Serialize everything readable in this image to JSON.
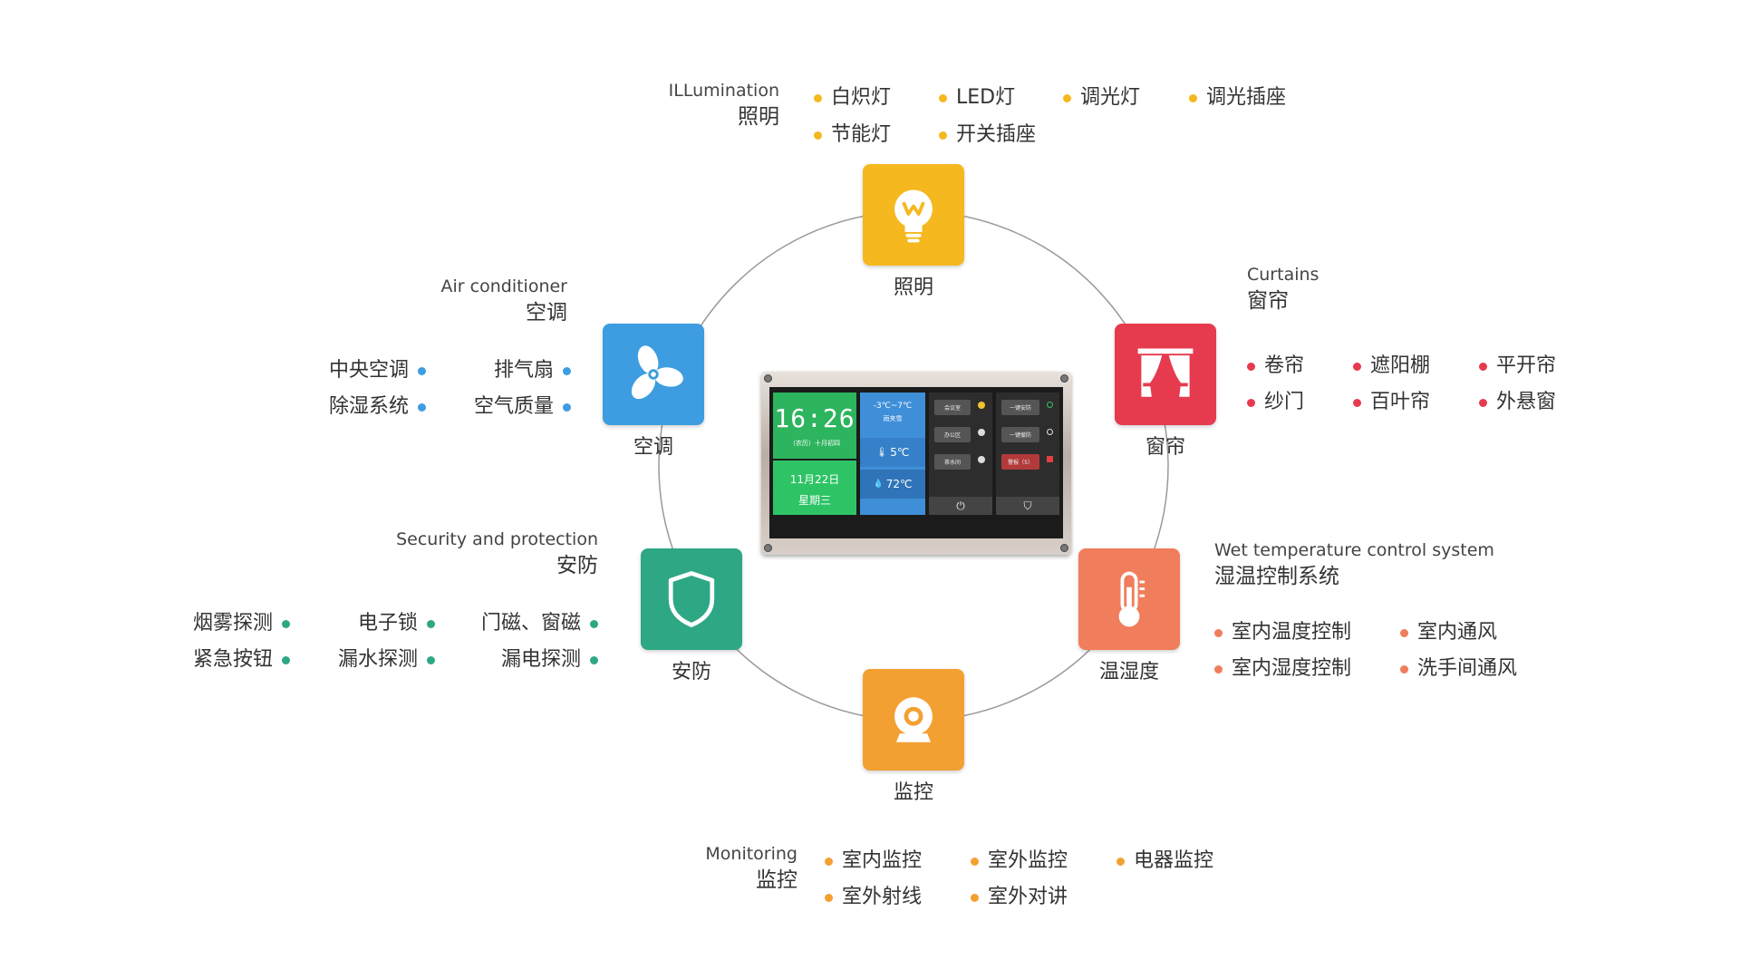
{
  "colors": {
    "lighting": "#F5B81F",
    "air": "#3D9DE0",
    "curtains": "#E63B4F",
    "security": "#2EA784",
    "humidity": "#F07D5B",
    "monitoring": "#F3A033",
    "ring": "#999999"
  },
  "icons": {
    "lighting": "lightbulb-icon",
    "air": "fan-icon",
    "curtains": "curtain-icon",
    "security": "shield-icon",
    "humidity": "thermometer-icon",
    "monitoring": "camera-icon"
  },
  "tiles": {
    "lighting": "照明",
    "curtains": "窗帘",
    "air": "空调",
    "humidity": "温湿度",
    "security": "安防",
    "monitoring": "监控"
  },
  "lighting": {
    "en": "ILLumination",
    "zh": "照明",
    "items": [
      "白炽灯",
      "LED灯",
      "调光灯",
      "调光插座",
      "节能灯",
      "开关插座"
    ]
  },
  "curtains": {
    "en": "Curtains",
    "zh": "窗帘",
    "items": [
      "卷帘",
      "遮阳棚",
      "平开帘",
      "纱门",
      "百叶帘",
      "外悬窗"
    ]
  },
  "air": {
    "en": "Air conditioner",
    "zh": "空调",
    "items": [
      "中央空调",
      "排气扇",
      "除湿系统",
      "空气质量"
    ]
  },
  "humidity": {
    "en": "Wet temperature control system",
    "zh": "湿温控制系统",
    "items": [
      "室内温度控制",
      "室内通风",
      "室内湿度控制",
      "洗手间通风"
    ]
  },
  "security": {
    "en": "Security and protection",
    "zh": "安防",
    "items": [
      "烟雾探测",
      "电子锁",
      "门磁、窗磁",
      "紧急按钮",
      "漏水探测",
      "漏电探测"
    ]
  },
  "monitoring": {
    "en": "Monitoring",
    "zh": "监控",
    "items": [
      "室内监控",
      "室外监控",
      "电器监控",
      "室外射线",
      "室外对讲"
    ]
  },
  "device": {
    "time": "16:26",
    "lunar": "（农历）十月初四",
    "date": "11月22日",
    "weekday": "星期三",
    "temp_range": "-3℃~7℃",
    "weather": "雨夹雪",
    "outdoor_temp": "5℃",
    "humidity": "72℃",
    "rooms": [
      "会议室",
      "办公区",
      "茶水间"
    ],
    "modes": [
      "一键安防",
      "一键撤防",
      "警报（5）"
    ]
  }
}
